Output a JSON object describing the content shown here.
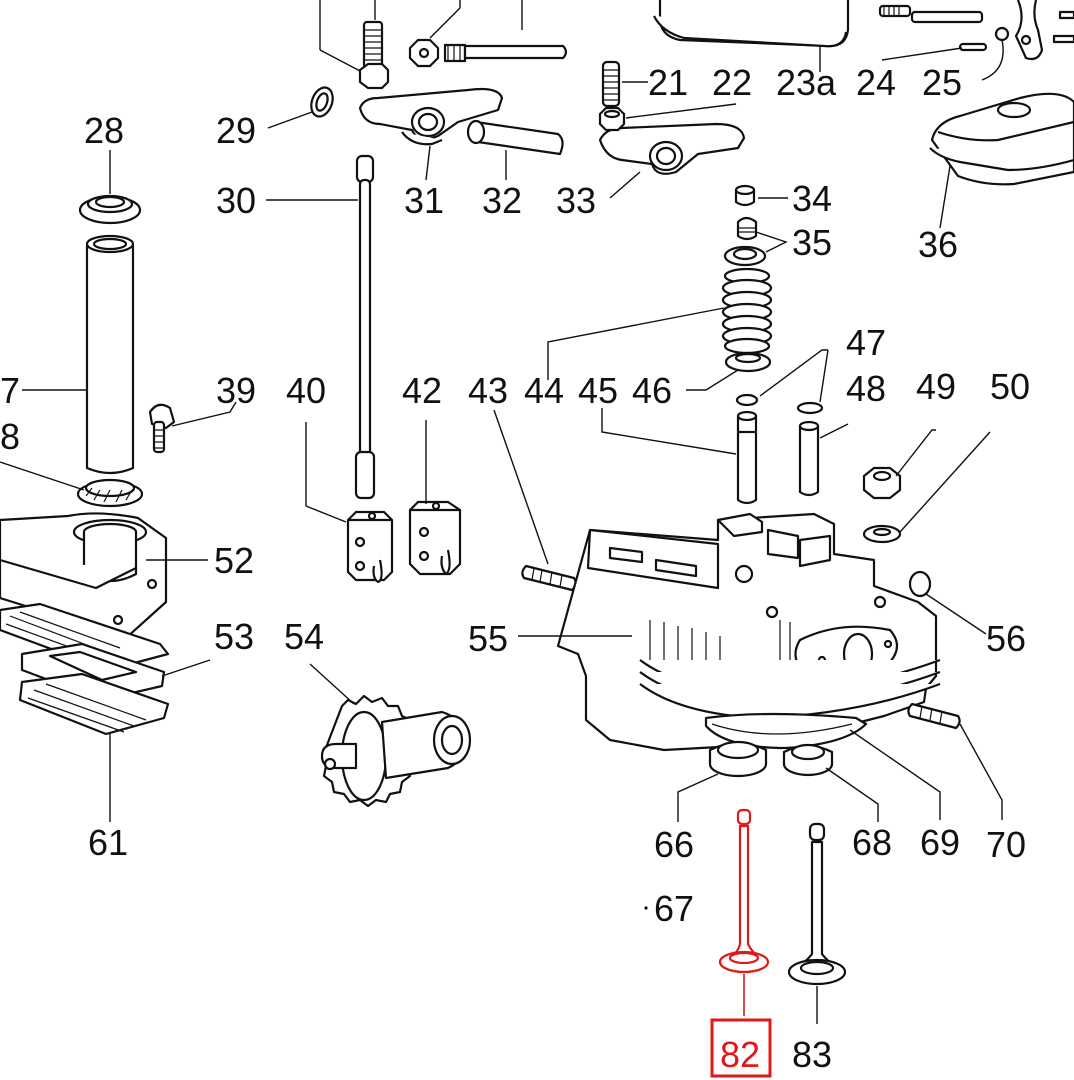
{
  "diagram": {
    "labels": {
      "l21": "21",
      "l22": "22",
      "l23a": "23a",
      "l24": "24",
      "l25": "25",
      "l28": "28",
      "l29": "29",
      "l30": "30",
      "l31": "31",
      "l32": "32",
      "l33": "33",
      "l34": "34",
      "l35": "35",
      "l36": "36",
      "l37": "7",
      "l38": "8",
      "l39": "39",
      "l40": "40",
      "l42": "42",
      "l43": "43",
      "l44": "44",
      "l45": "45",
      "l46": "46",
      "l47": "47",
      "l48": "48",
      "l49": "49",
      "l50": "50",
      "l52": "52",
      "l53": "53",
      "l54": "54",
      "l55": "55",
      "l56": "56",
      "l61": "61",
      "l66": "66",
      "l67": "67",
      "l68": "68",
      "l69": "69",
      "l70": "70",
      "l82": "82",
      "l83": "83"
    },
    "highlight": {
      "part": "82",
      "color": "#e01818"
    }
  }
}
